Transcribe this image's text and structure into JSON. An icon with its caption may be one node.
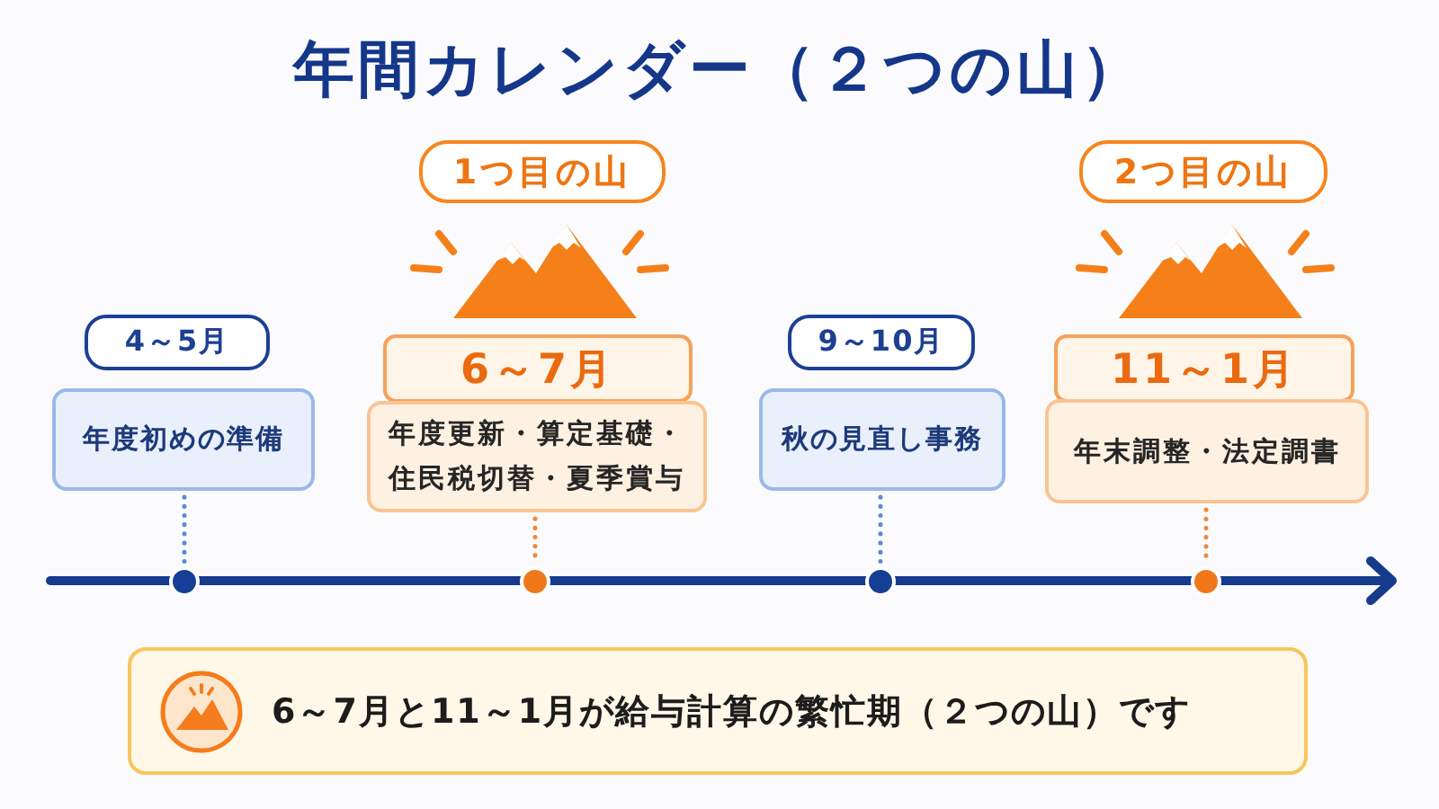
{
  "diagram": {
    "title": "年間カレンダー（２つの山）",
    "nodes": [
      {
        "text": [
          "4～5月"
        ]
      },
      {
        "text": [
          "年度初めの準備"
        ]
      },
      {
        "text": [],
        "shape": "circle"
      },
      {
        "text": [
          "1つ目の山"
        ]
      },
      {
        "text": [
          "6～7月"
        ]
      },
      {
        "text": [
          "年度更新・算定基礎・住民税切替・夏季賞与"
        ]
      },
      {
        "text": [],
        "shape": "circle"
      },
      {
        "text": [
          "9～10月"
        ]
      },
      {
        "text": [
          "秋の見直し事務"
        ]
      },
      {
        "text": [],
        "shape": "circle"
      },
      {
        "text": [
          "2つ目の山"
        ]
      },
      {
        "text": [
          "11～1月"
        ]
      },
      {
        "text": [
          "年末調整・法定調書"
        ]
      },
      {
        "text": [],
        "shape": "circle"
      },
      {
        "text": [
          "6～7月と11～1月が給与計算の繁忙期（２つの山）です"
        ]
      }
    ],
    "edges": [
      {
        "from": 1,
        "to": 2,
        "arrow": "none",
        "style": "dashed",
        "color": "#5b8ad6"
      },
      {
        "from": 5,
        "to": 6,
        "arrow": "none",
        "style": "dashed",
        "color": "#f0883a"
      },
      {
        "from": 8,
        "to": 9,
        "arrow": "none",
        "style": "dashed",
        "color": "#5b8ad6"
      },
      {
        "from": 12,
        "to": 13,
        "arrow": "none",
        "style": "dashed",
        "color": "#f0883a"
      }
    ]
  }
}
